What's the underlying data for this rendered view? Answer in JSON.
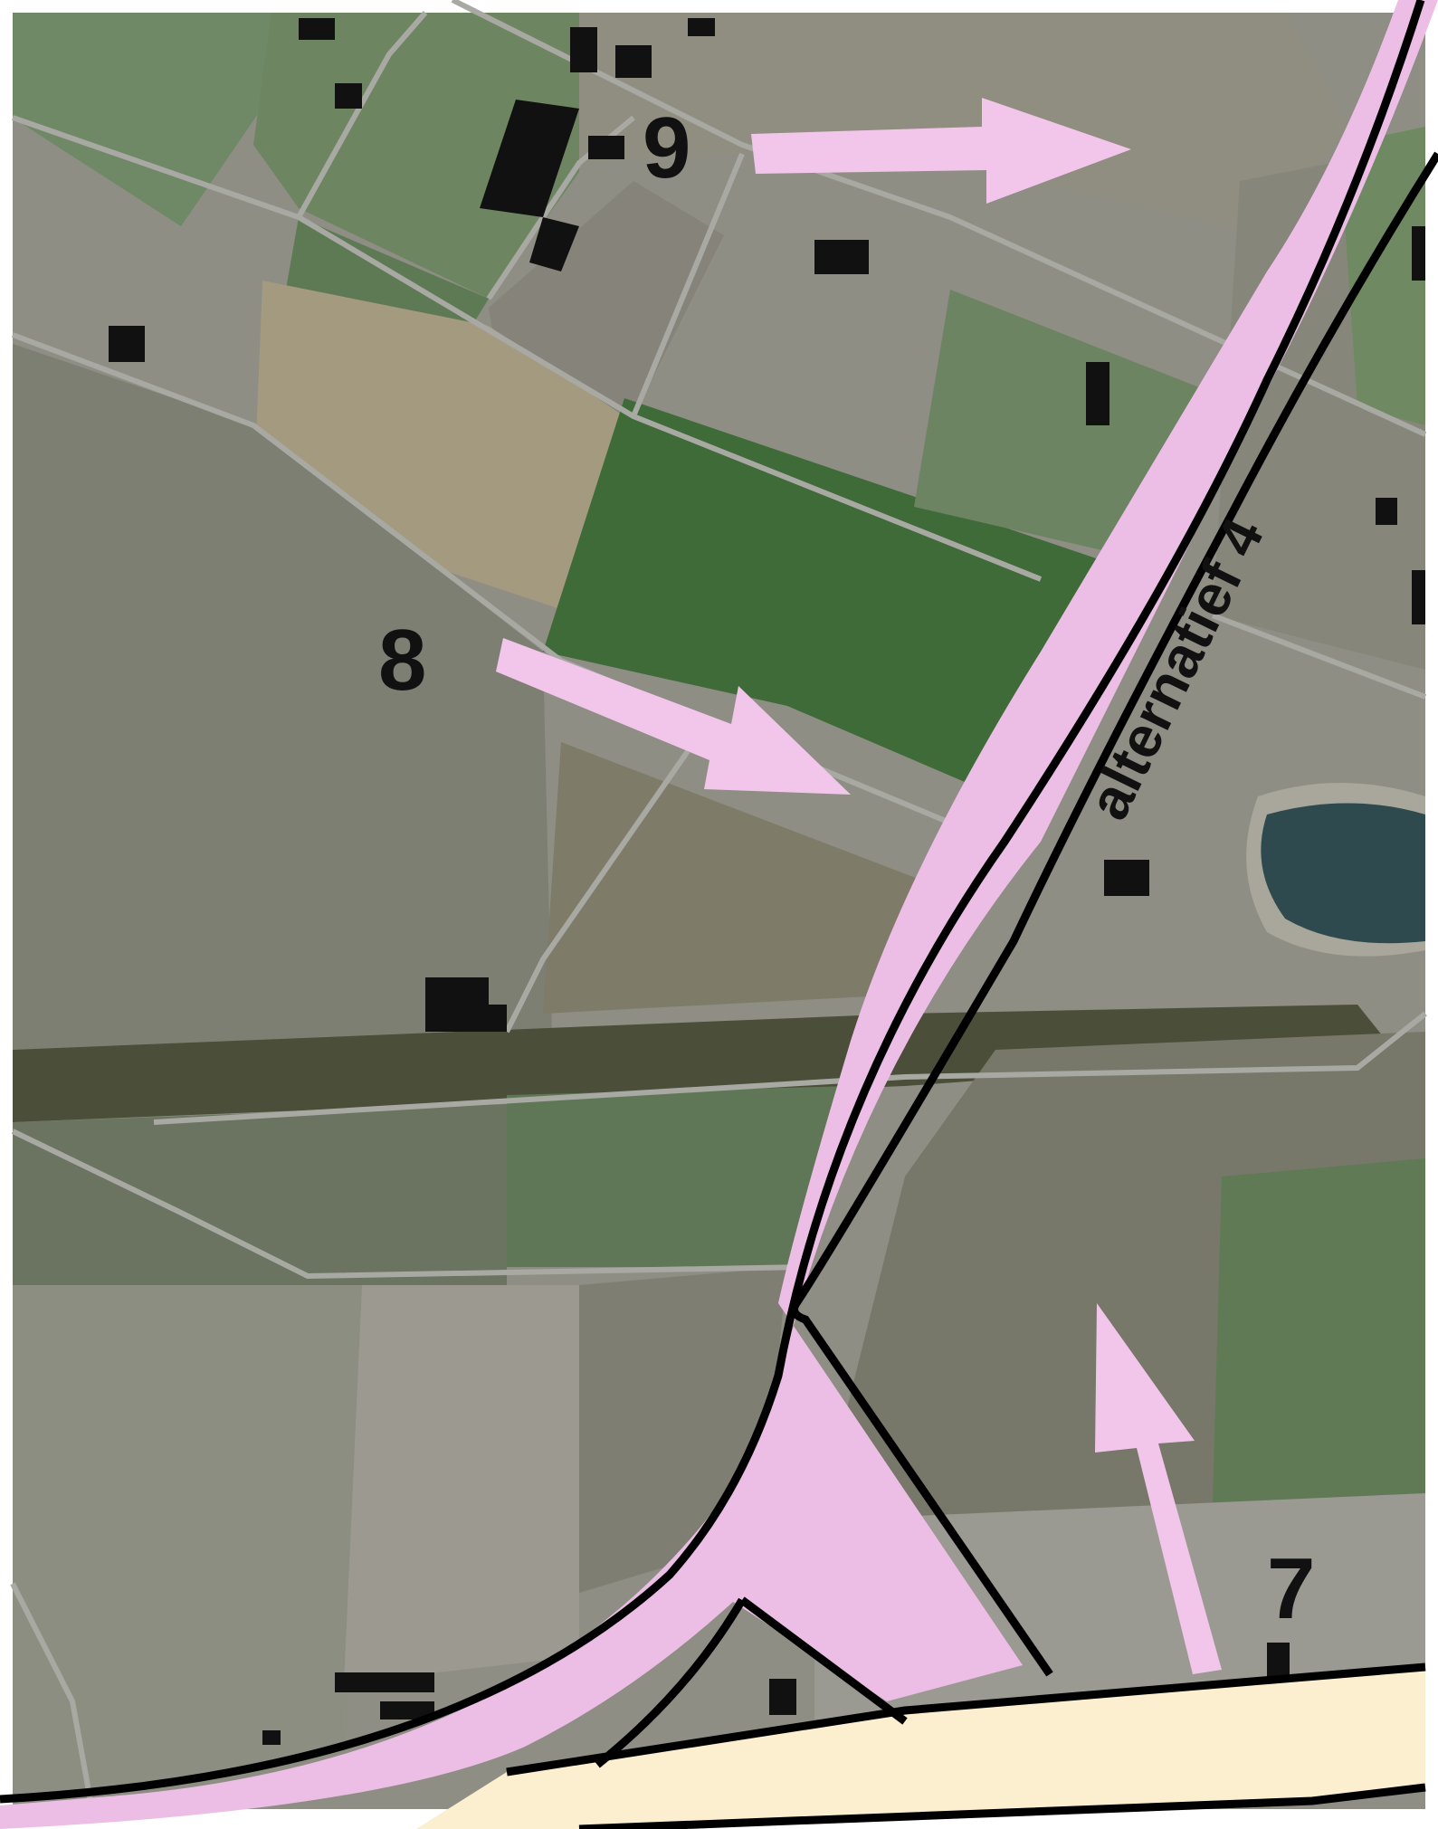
{
  "map": {
    "route_label": "alternatief 4",
    "viewpoints": [
      {
        "id": "9",
        "label": "9"
      },
      {
        "id": "8",
        "label": "8"
      },
      {
        "id": "7",
        "label": "7"
      }
    ],
    "colors": {
      "route_fill": "#ECBEE6",
      "route_outline": "#000000",
      "arrow_fill": "#F2C6EA",
      "existing_road_fill": "#FBEFCF",
      "field_green": "#5B7A4C",
      "field_dark_green": "#3F6B3A",
      "field_brown": "#8A836C",
      "field_grey": "#9A9C94",
      "pond": "#2E4A4E",
      "building": "#111111",
      "path": "#A8A8A4"
    }
  }
}
